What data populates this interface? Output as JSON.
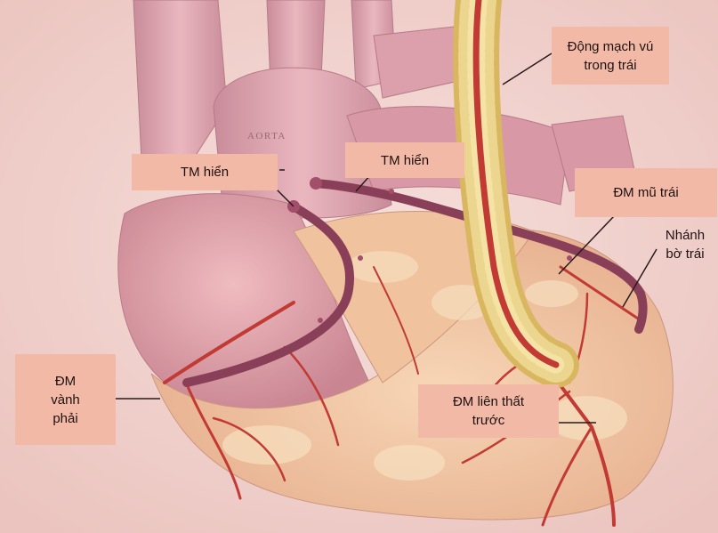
{
  "labels": {
    "aorta": "AORTA",
    "lima": "Động mạch vú\ntrong trái",
    "svg_left": "TM hiển",
    "svg_mid": "TM hiển",
    "circumflex": "ĐM mũ trái",
    "obtuse_marginal": "Nhánh\nbờ trái",
    "rca": "ĐM\nvành\nphải",
    "lad": "ĐM liên thất\ntrước"
  },
  "colors": {
    "background": "#f1d2cd",
    "label_box": "#f2b9a6",
    "heart": "#e0a6ad",
    "myocardium": "#f0c8a2",
    "artery": "#c13a34",
    "vein_graft": "#8a3f58",
    "fat": "#e7cf80"
  }
}
